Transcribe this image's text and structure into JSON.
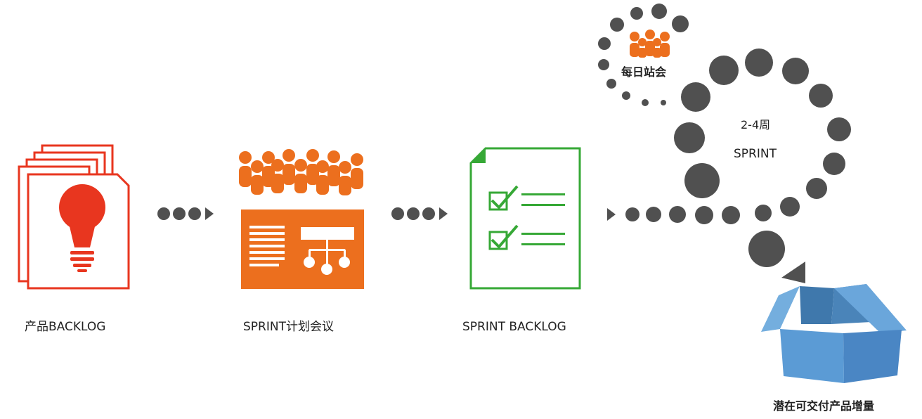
{
  "colors": {
    "backlog_red": "#e8361f",
    "planning_orange": "#ec6f1e",
    "sprint_green": "#36a836",
    "dot_gray": "#505050",
    "box_blue": "#5b9bd5",
    "background": "#ffffff"
  },
  "steps": [
    {
      "id": "product-backlog",
      "label": "产品BACKLOG",
      "icon": "lightbulb-document-stack-icon"
    },
    {
      "id": "sprint-planning",
      "label": "SPRINT计划会议",
      "icon": "team-presentation-board-icon"
    },
    {
      "id": "sprint-backlog",
      "label": "SPRINT BACKLOG",
      "icon": "checklist-document-icon"
    },
    {
      "id": "increment",
      "label": "潜在可交付产品增量",
      "icon": "open-box-icon"
    }
  ],
  "sprint_loop": {
    "duration": "2-4周",
    "label": "SPRINT"
  },
  "daily_standup": {
    "label": "每日站会",
    "icon": "team-people-icon"
  }
}
